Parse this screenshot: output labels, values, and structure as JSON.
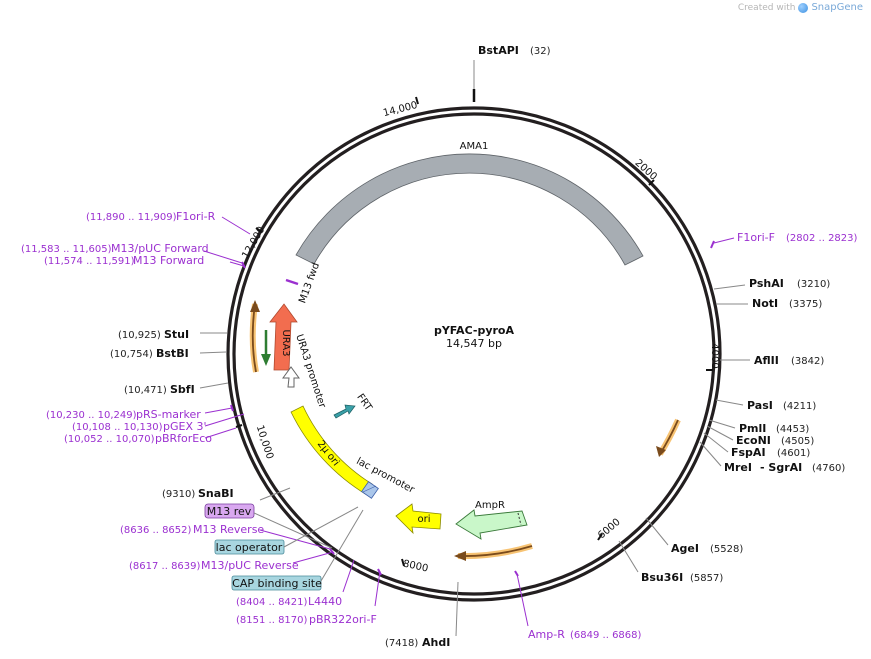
{
  "created_by": {
    "prefix": "Created with",
    "brand": "SnapGene"
  },
  "plasmid": {
    "name": "pYFAC-pyroA",
    "length_label": "14,547 bp"
  },
  "ticks": [
    "14,000",
    "2000",
    "4000",
    "6000",
    "8000",
    "10,000",
    "12,000"
  ],
  "sites": {
    "bstapi": {
      "name": "BstAPI",
      "pos": "(32)"
    },
    "pshai": {
      "name": "PshAI",
      "pos": "(3210)"
    },
    "noti": {
      "name": "NotI",
      "pos": "(3375)"
    },
    "aflii": {
      "name": "AflII",
      "pos": "(3842)"
    },
    "pasi": {
      "name": "PasI",
      "pos": "(4211)"
    },
    "pmli": {
      "name": "PmlI",
      "pos": "(4453)"
    },
    "econi": {
      "name": "EcoNI",
      "pos": "(4505)"
    },
    "fspai": {
      "name": "FspAI",
      "pos": "(4601)"
    },
    "mrei": {
      "name": "MreI",
      "name2": "- SgrAI",
      "pos": "(4760)"
    },
    "agei": {
      "name": "AgeI",
      "pos": "(5528)"
    },
    "bsu36i": {
      "name": "Bsu36I",
      "pos": "(5857)"
    },
    "ahdi": {
      "name": "AhdI",
      "pos": "(7418)"
    },
    "snabi": {
      "name": "SnaBI",
      "pos": "(9310)"
    },
    "sbfi": {
      "name": "SbfI",
      "pos": "(10,471)"
    },
    "bstbi": {
      "name": "BstBI",
      "pos": "(10,754)"
    },
    "stui": {
      "name": "StuI",
      "pos": "(10,925)"
    }
  },
  "primers": {
    "f1ori_f": {
      "name": "F1ori-F",
      "pos": "(2802 .. 2823)"
    },
    "f1ori_r": {
      "name": "F1ori-R",
      "pos": "(11,890 .. 11,909)"
    },
    "m13puc_fwd": {
      "name": "M13/pUC Forward",
      "pos": "(11,583 .. 11,605)"
    },
    "m13_fwd": {
      "name": "M13 Forward",
      "pos": "(11,574 .. 11,591)"
    },
    "prs_marker": {
      "name": "pRS-marker",
      "pos": "(10,230 .. 10,249)"
    },
    "pgex3": {
      "name": "pGEX 3'",
      "pos": "(10,108 .. 10,130)"
    },
    "pbrforeco": {
      "name": "pBRforEco",
      "pos": "(10,052 .. 10,070)"
    },
    "m13_rev": {
      "name": "M13 Reverse",
      "pos": "(8636 .. 8652)"
    },
    "m13puc_rev": {
      "name": "M13/pUC Reverse",
      "pos": "(8617 .. 8639)"
    },
    "l4440": {
      "name": "L4440",
      "pos": "(8404 .. 8421)"
    },
    "pbr322ori_f": {
      "name": "pBR322ori-F",
      "pos": "(8151 .. 8170)"
    },
    "amp_r": {
      "name": "Amp-R",
      "pos": "(6849 .. 6868)"
    }
  },
  "boxed_labels": {
    "m13_rev": "M13 rev",
    "lac_operator": "lac operator",
    "cap_site": "CAP binding site"
  },
  "features": {
    "ama1": "AMA1",
    "m13_fwd": "M13 fwd",
    "ura3": "URA3",
    "ura3_promoter": "URA3 promoter",
    "frt": "FRT",
    "two_micron_ori": "2µ ori",
    "lac_promoter": "lac promoter",
    "ampr": "AmpR",
    "ori": "ori"
  },
  "colors": {
    "backbone": "#231f20",
    "ama1": "#a7adb3",
    "ura3": "#f26d4f",
    "yellow": "#ffff00",
    "ampr": "#c9f7c9",
    "orange_halo": "#f5b450",
    "primer": "#9b30d0",
    "lac_operator_box": "#a8d6e0",
    "m13_rev_box": "#d9a8f0"
  }
}
